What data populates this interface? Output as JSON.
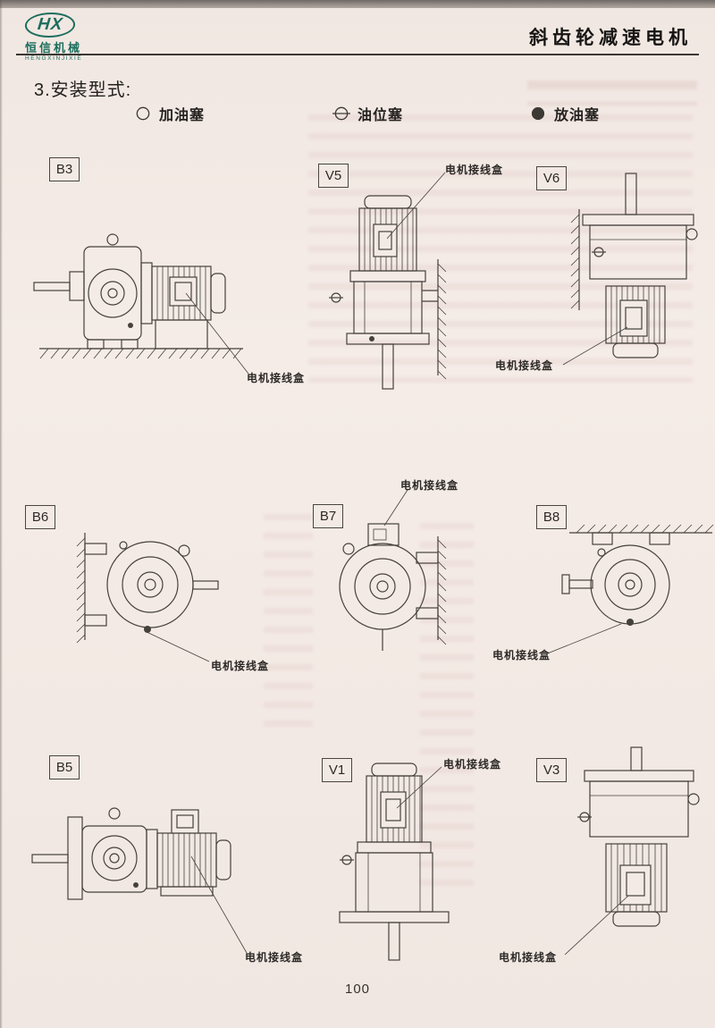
{
  "page": {
    "background": "#f3eae5",
    "page_number": "100"
  },
  "header": {
    "logo_hx": "HX",
    "logo_cn": "恒信机械",
    "logo_en": "HENGXINJIXIE",
    "title": "斜齿轮减速电机"
  },
  "section": {
    "title": "3.安装型式:"
  },
  "legend": {
    "items": [
      {
        "symbol": "open-circle",
        "label": "加油塞"
      },
      {
        "symbol": "circle-with-line",
        "label": "油位塞"
      },
      {
        "symbol": "filled-circle",
        "label": "放油塞"
      }
    ]
  },
  "labels": {
    "terminal_box": "电机接线盒"
  },
  "diagrams": [
    {
      "code": "B3"
    },
    {
      "code": "V5"
    },
    {
      "code": "V6"
    },
    {
      "code": "B6"
    },
    {
      "code": "B7"
    },
    {
      "code": "B8"
    },
    {
      "code": "B5"
    },
    {
      "code": "V1"
    },
    {
      "code": "V3"
    }
  ]
}
